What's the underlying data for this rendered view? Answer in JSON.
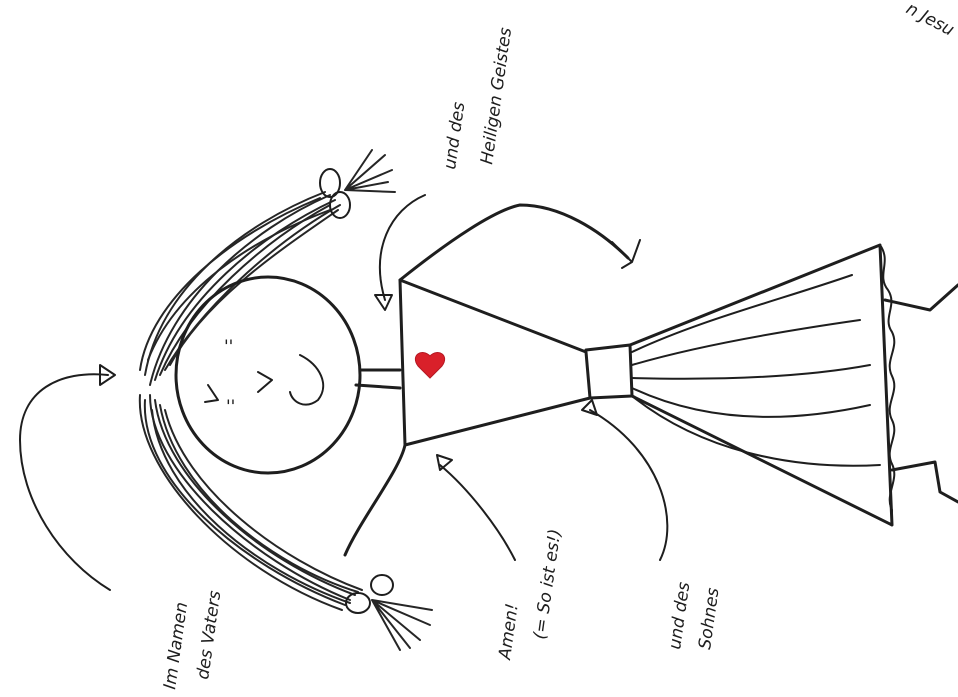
{
  "labels": {
    "im_namen": "Im Namen",
    "des_vaters": "des Vaters",
    "und_des_heiligen_1": "und des",
    "und_des_heiligen_2": "Heiligen Geistes",
    "und_des_sohnes_1": "und des",
    "und_des_sohnes_2": "Sohnes",
    "amen": "Amen!",
    "so_ist_es": "(= So ist es!)",
    "jesus_partial": "n Jesu"
  },
  "colors": {
    "ink": "#1e1e1e",
    "heart": "#d9202a",
    "paper": "#ffffff"
  },
  "icons": {
    "heart": "heart-icon",
    "bow_top": "hair-bow-icon",
    "bow_bottom": "hair-bow-icon"
  }
}
